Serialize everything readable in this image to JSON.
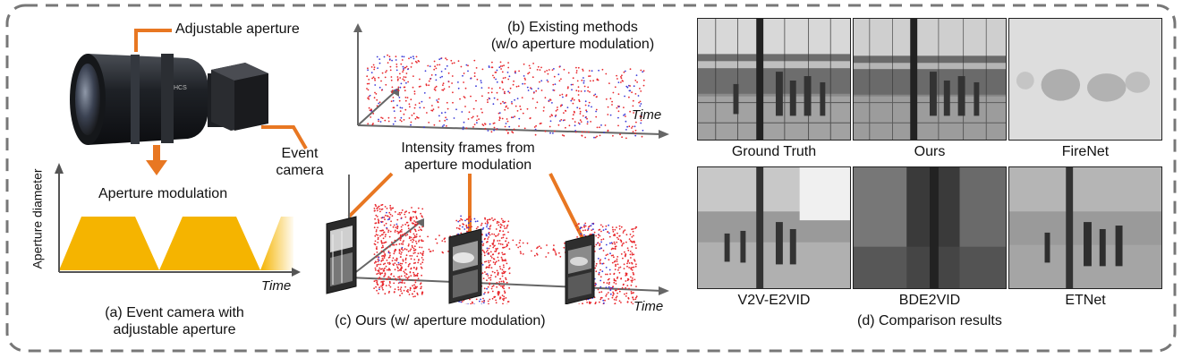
{
  "panel_a": {
    "callout_aperture": "Adjustable aperture",
    "callout_camera_line1": "Event",
    "callout_camera_line2": "camera",
    "modulation_label": "Aperture modulation",
    "y_axis_label": "Aperture diameter",
    "x_axis_label": "Time",
    "caption_line1": "(a) Event camera with",
    "caption_line2": "adjustable aperture",
    "accent_color": "#e87722",
    "fill_color": "#f5b400"
  },
  "panel_b": {
    "title_line1": "(b) Existing methods",
    "title_line2": "(w/o aperture modulation)",
    "axis_label": "Time"
  },
  "panel_c": {
    "callout_line1": "Intensity frames from",
    "callout_line2": "aperture modulation",
    "axis_label": "Time",
    "caption": "(c) Ours (w/ aperture modulation)"
  },
  "panel_d": {
    "row1": [
      "Ground Truth",
      "Ours",
      "FireNet"
    ],
    "row2": [
      "V2V-E2VID",
      "BDE2VID",
      "ETNet"
    ],
    "caption": "(d) Comparison results"
  },
  "colors": {
    "event_red": "#e8282d",
    "event_blue": "#3a3ad8",
    "border_gray": "#777777"
  }
}
